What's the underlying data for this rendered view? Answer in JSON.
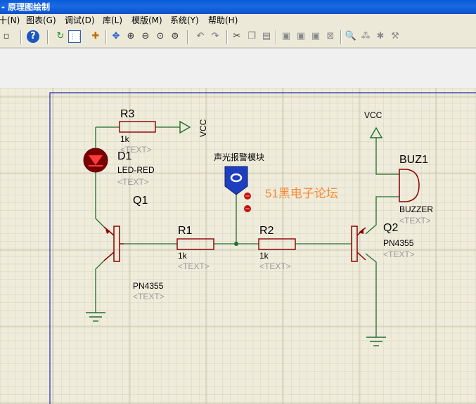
{
  "window": {
    "title": "- 原理图绘制"
  },
  "menu": [
    "十(N)",
    "图表(G)",
    "调试(D)",
    "库(L)",
    "模版(M)",
    "系统(Y)",
    "帮助(H)"
  ],
  "toolbar_icons": [
    "file-icon",
    "help-icon",
    "refresh-icon",
    "grid-icon",
    "origin-icon",
    "pan-icon",
    "zoom-in-icon",
    "zoom-out-icon",
    "zoom-all-icon",
    "zoom-area-icon",
    "undo-icon",
    "redo-icon",
    "cut-icon",
    "copy-icon",
    "paste-icon",
    "block-copy-icon",
    "block-move-icon",
    "block-rotate-icon",
    "block-delete-icon",
    "pick-device-icon",
    "make-device-icon",
    "package-tool-icon",
    "decompose-icon"
  ],
  "colors": {
    "wire": "#1f6f2a",
    "component": "#8b0000",
    "grid_bg": "#efecdc",
    "watermark": "#ff6a00",
    "terminal_blue": "#1d3fbf"
  },
  "schematic": {
    "r3": {
      "ref": "R3",
      "value": "1k",
      "text": "<TEXT>"
    },
    "vcc_top": "VCC",
    "d1": {
      "ref": "D1",
      "value": "LED-RED",
      "text": "<TEXT>"
    },
    "module_label": "声光报警模块",
    "q1": {
      "ref": "Q1",
      "value": "PN4355",
      "text": "<TEXT>"
    },
    "r1": {
      "ref": "R1",
      "value": "1k",
      "text": "<TEXT>"
    },
    "r2": {
      "ref": "R2",
      "value": "1k",
      "text": "<TEXT>"
    },
    "q2": {
      "ref": "Q2",
      "value": "PN4355",
      "text": "<TEXT>"
    },
    "vcc_right": "VCC",
    "buz1": {
      "ref": "BUZ1",
      "value": "BUZZER",
      "text": "<TEXT>"
    },
    "watermark": "51黑电子论坛"
  }
}
